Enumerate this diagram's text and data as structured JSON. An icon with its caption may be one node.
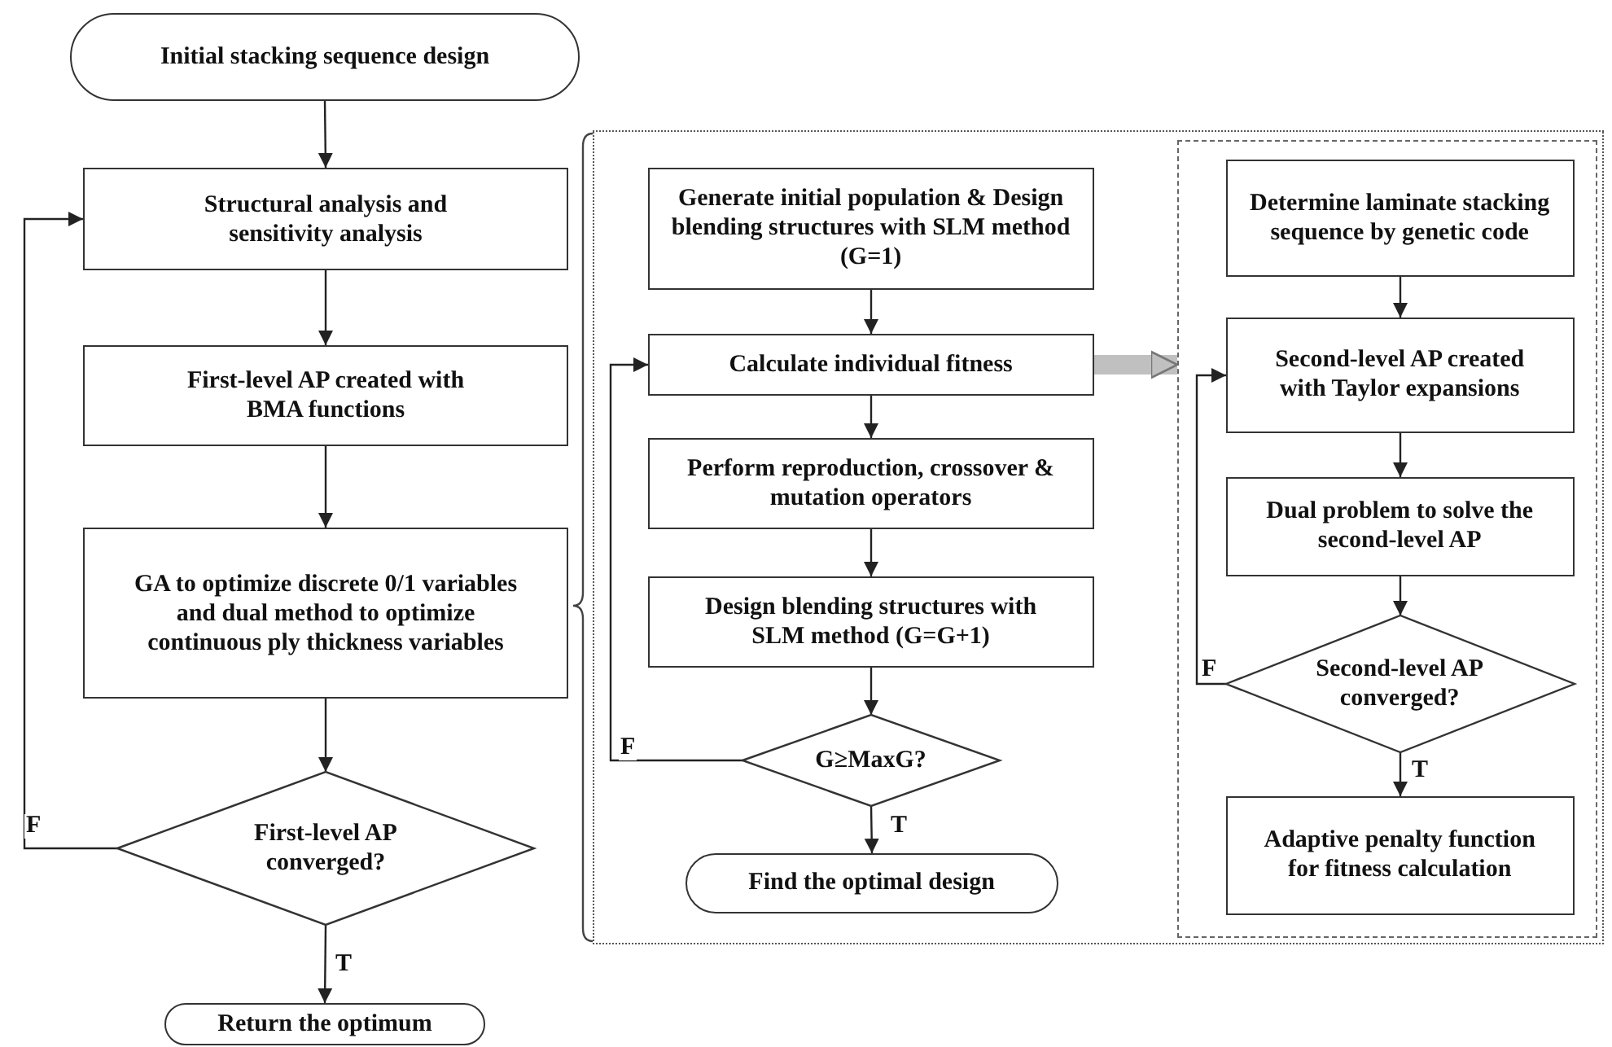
{
  "diagram": {
    "nodes": [
      {
        "text": [
          "Initial stacking sequence design"
        ]
      },
      {
        "text": [
          "Structural analysis and sensitivity analysis"
        ]
      },
      {
        "text": [
          "First-level AP created with BMA functions"
        ]
      },
      {
        "text": [
          "GA to optimize discrete 0/1 variables and dual method to optimize continuous ply thickness variables"
        ]
      },
      {
        "text": [
          "First-level AP converged?"
        ]
      },
      {
        "text": [
          "Return the optimum"
        ]
      },
      {
        "text": [],
        "shape": "box"
      },
      {
        "text": [
          "Generate initial population & Design blending structures with SLM method (G=1)"
        ],
        "in": 6
      },
      {
        "text": [
          "Calculate individual fitness"
        ],
        "in": 6
      },
      {
        "text": [
          "Perform reproduction, crossover & mutation operators"
        ],
        "in": 6
      },
      {
        "text": [
          "Design blending structures with SLM method (G=G+1)"
        ],
        "in": 6
      },
      {
        "text": [
          "G≥MaxG?"
        ],
        "in": 6
      },
      {
        "text": [
          "Find the optimal design"
        ],
        "in": 6
      },
      {
        "text": [],
        "shape": "box",
        "in": 6
      },
      {
        "text": [
          "Determine laminate stacking sequence by genetic code"
        ],
        "in": 13
      },
      {
        "text": [
          "Second-level AP created with Taylor expansions"
        ],
        "in": 13
      },
      {
        "text": [
          "Dual problem to solve the second-level AP"
        ],
        "in": 13
      },
      {
        "text": [
          "Second-level AP converged?"
        ],
        "in": 13
      },
      {
        "text": [
          "Adaptive penalty function for fitness calculation"
        ],
        "in": 13
      }
    ],
    "edges": [
      {
        "from": 0,
        "to": 1,
        "arrow": "to"
      },
      {
        "from": 1,
        "to": 2,
        "arrow": "to"
      },
      {
        "from": 2,
        "to": 3,
        "arrow": "to"
      },
      {
        "from": 3,
        "to": 4,
        "arrow": "to"
      },
      {
        "from": 4,
        "to": 1,
        "arrow": "to",
        "label": "F"
      },
      {
        "from": 4,
        "to": 5,
        "arrow": "to",
        "label": "T"
      },
      {
        "from": 7,
        "to": 8,
        "arrow": "to"
      },
      {
        "from": 8,
        "to": 9,
        "arrow": "to"
      },
      {
        "from": 9,
        "to": 10,
        "arrow": "to"
      },
      {
        "from": 10,
        "to": 11,
        "arrow": "to"
      },
      {
        "from": 11,
        "to": 8,
        "arrow": "to",
        "label": "F"
      },
      {
        "from": 11,
        "to": 12,
        "arrow": "to",
        "label": "T"
      },
      {
        "from": 8,
        "to": 13,
        "arrow": "to",
        "style": "thick",
        "color": "#c0c0c0"
      },
      {
        "from": 14,
        "to": 15,
        "arrow": "to"
      },
      {
        "from": 15,
        "to": 16,
        "arrow": "to"
      },
      {
        "from": 16,
        "to": 17,
        "arrow": "to"
      },
      {
        "from": 17,
        "to": 15,
        "arrow": "to",
        "label": "F"
      },
      {
        "from": 17,
        "to": 18,
        "arrow": "to",
        "label": "T"
      }
    ]
  }
}
